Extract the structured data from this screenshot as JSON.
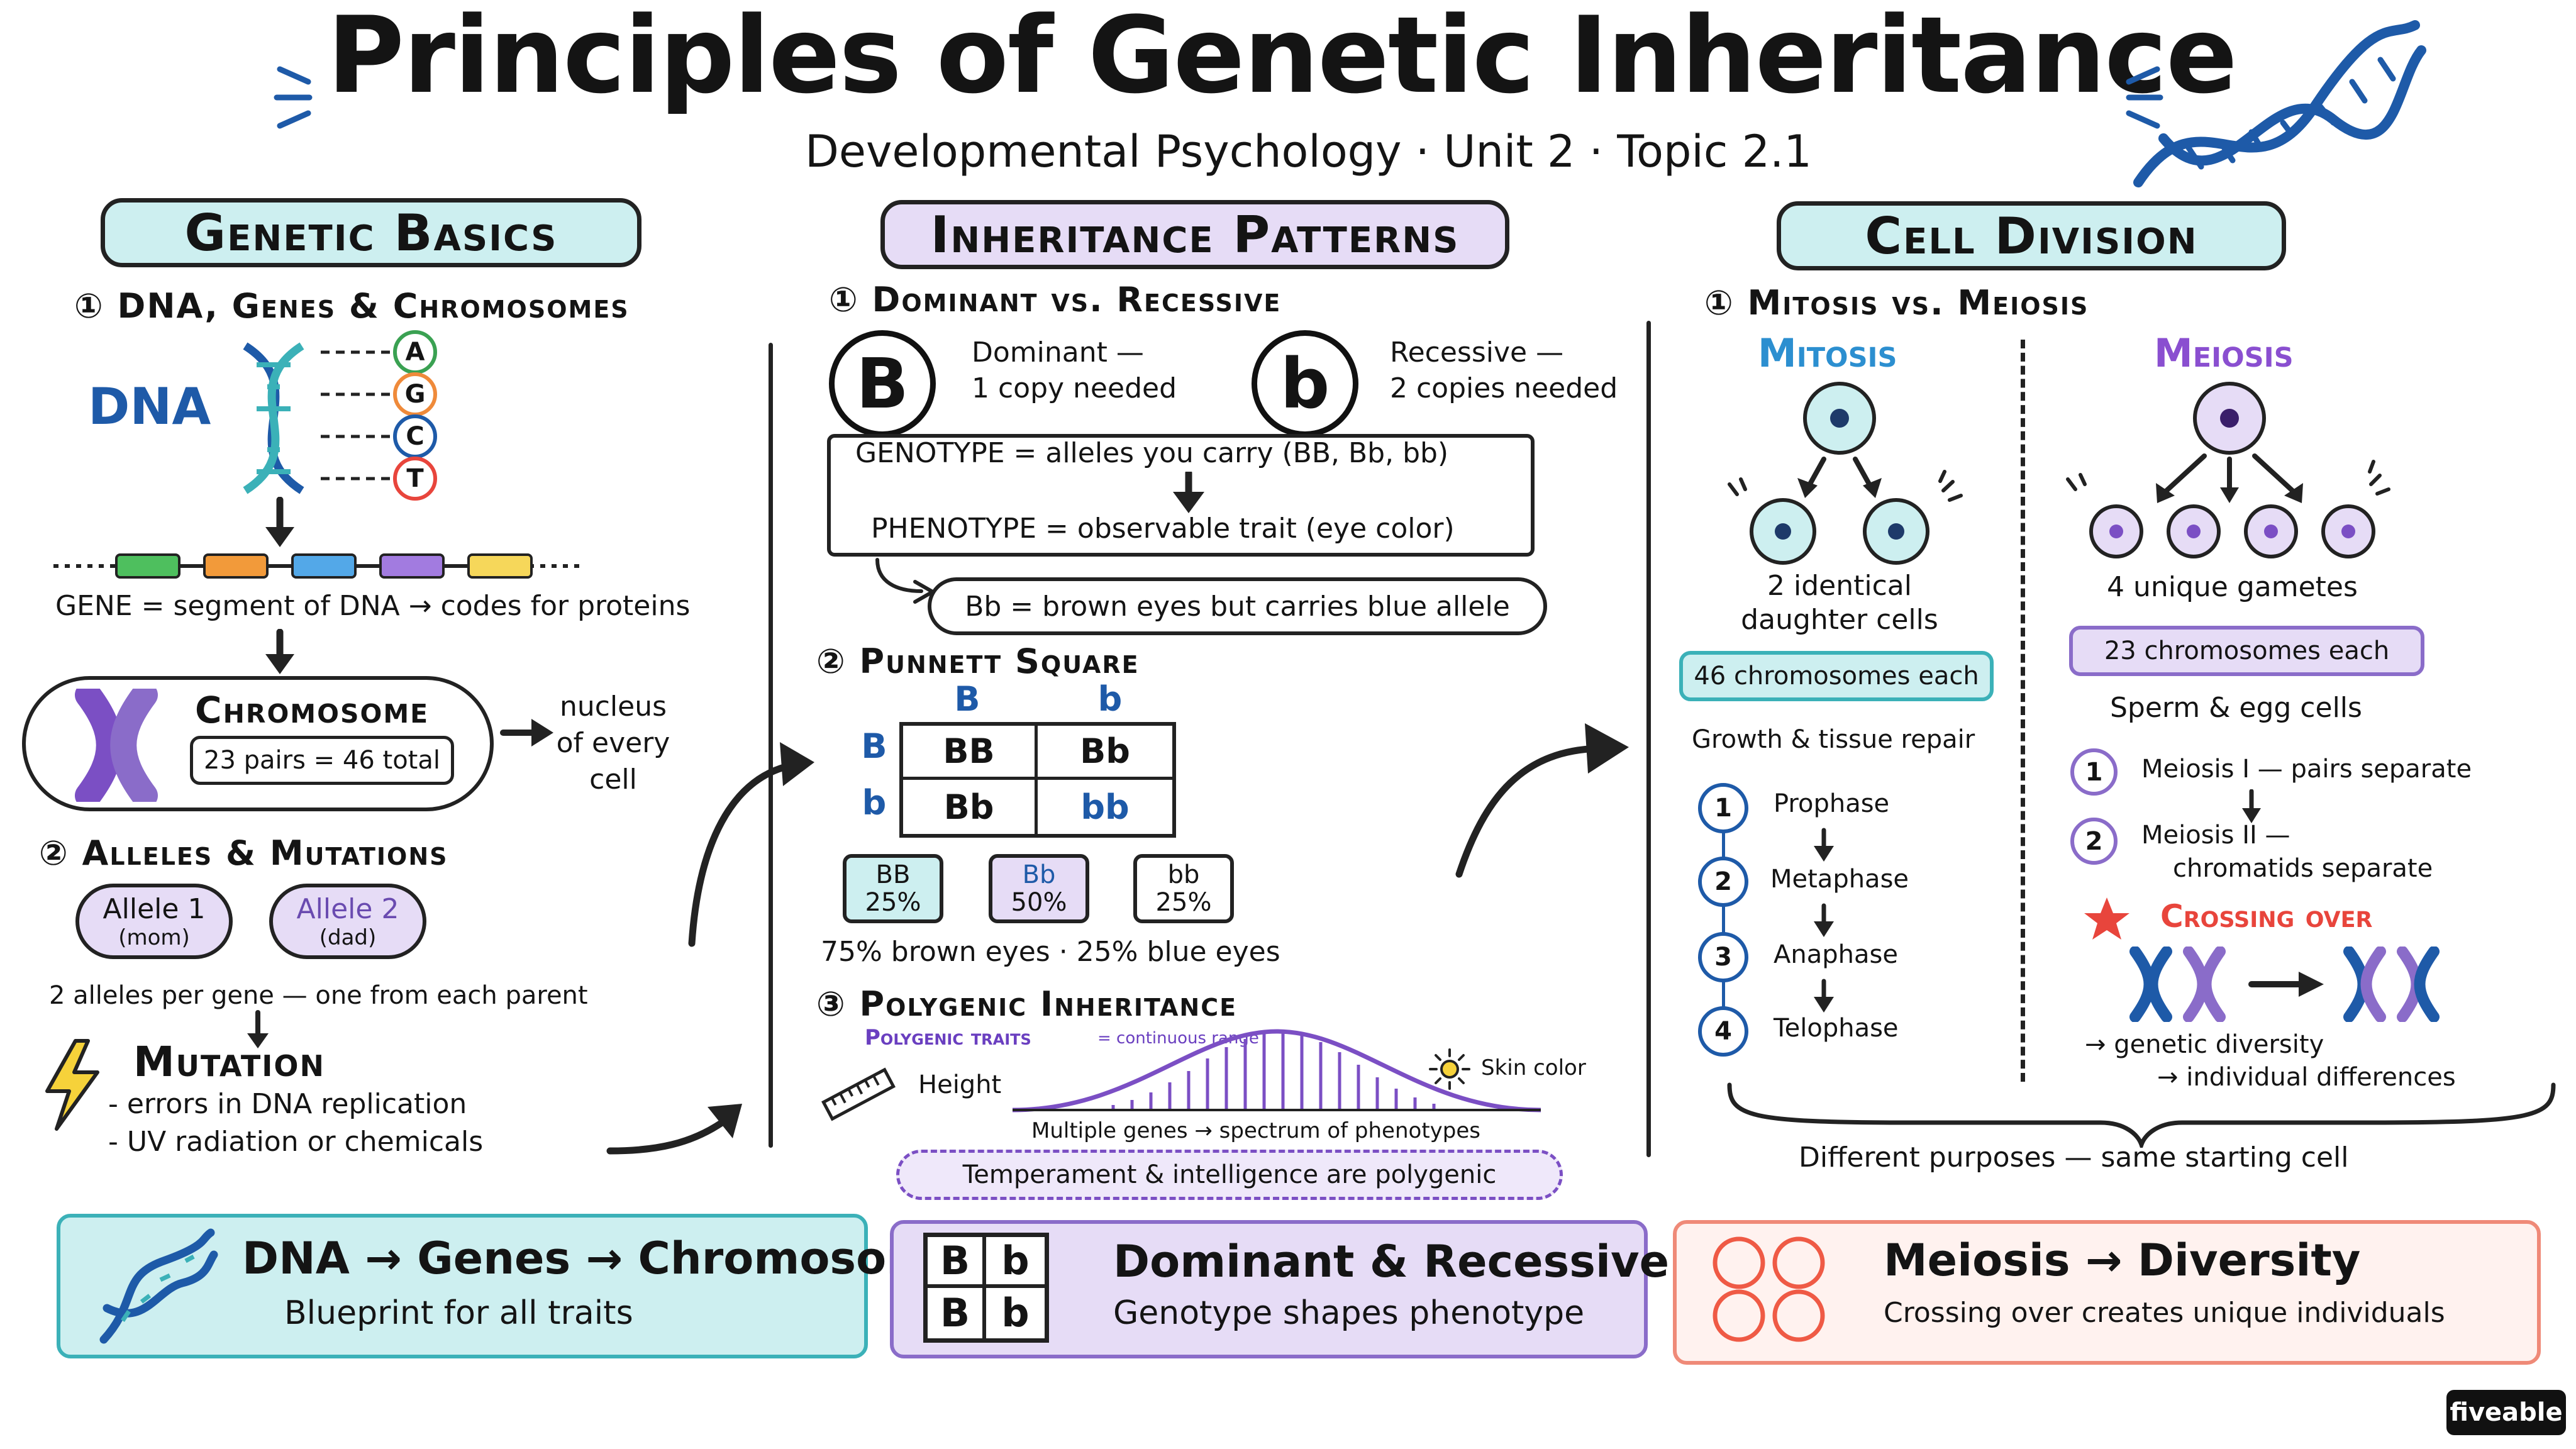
{
  "header": {
    "title": "Principles of Genetic Inheritance",
    "subtitle": "Developmental Psychology · Unit 2 · Topic 2.1"
  },
  "colors": {
    "teal_fill": "#cdeff0",
    "teal_stroke": "#3bb1b8",
    "purple_fill": "#e6dcf6",
    "purple_stroke": "#8a6cc9",
    "coral_fill": "#fff2ef",
    "coral_stroke": "#ef8a78",
    "blue_dark": "#1e5aa8",
    "mutation_yellow": "#f6d23a",
    "crossing_red": "#e8453c"
  },
  "basics": {
    "heading": "Genetic Basics",
    "s1_title": "① DNA, Genes & Chromosomes",
    "dna_label": "DNA",
    "bases": [
      "A",
      "G",
      "C",
      "T"
    ],
    "gene_text": "GENE = segment of DNA → codes for proteins",
    "chromosome_title": "Chromosome",
    "chromosome_count": "23 pairs = 46 total",
    "nucleus_note": [
      "nucleus",
      "of every",
      "cell"
    ],
    "s2_title": "② Alleles & Mutations",
    "allele1": {
      "name": "Allele 1",
      "src": "(mom)"
    },
    "allele2": {
      "name": "Allele 2",
      "src": "(dad)"
    },
    "alleles_note": "2 alleles per gene — one from each parent",
    "mutation_title": "Mutation",
    "mutation_items": [
      "- errors in DNA replication",
      "- UV radiation or chemicals"
    ]
  },
  "patterns": {
    "heading": "Inheritance Patterns",
    "s1_title": "① Dominant vs. Recessive",
    "dominant": {
      "symbol": "B",
      "line1": "Dominant —",
      "line2": "1 copy needed"
    },
    "recessive": {
      "symbol": "b",
      "line1": "Recessive —",
      "line2": "2 copies needed"
    },
    "genotype": "GENOTYPE = alleles you carry (BB, Bb, bb)",
    "phenotype": "PHENOTYPE = observable trait (eye color)",
    "example": "Bb = brown eyes but carries blue allele",
    "s2_title": "② Punnett Square",
    "punnett": {
      "col_headers": [
        "B",
        "b"
      ],
      "row_headers": [
        "B",
        "b"
      ],
      "cells": [
        [
          "BB",
          "Bb"
        ],
        [
          "Bb",
          "bb"
        ]
      ]
    },
    "ratios": [
      {
        "geno": "BB",
        "pct": "25%"
      },
      {
        "geno": "Bb",
        "pct": "50%"
      },
      {
        "geno": "bb",
        "pct": "25%"
      }
    ],
    "result": "75% brown eyes · 25% blue eyes",
    "s3_title": "③ Polygenic Inheritance",
    "traits_label": "Polygenic traits",
    "continuous": "= continuous range",
    "height": "Height",
    "skin": "Skin color",
    "multiple": "Multiple genes → spectrum of phenotypes",
    "temperament": "Temperament & intelligence are polygenic"
  },
  "division": {
    "heading": "Cell Division",
    "s1_title": "① Mitosis vs. Meiosis",
    "mitosis": {
      "title": "Mitosis",
      "result": [
        "2 identical",
        "daughter cells"
      ],
      "chromosomes": "46 chromosomes each",
      "purpose": "Growth & tissue repair",
      "phases": [
        {
          "n": "1",
          "label": "Prophase"
        },
        {
          "n": "2",
          "label": "Metaphase"
        },
        {
          "n": "3",
          "label": "Anaphase"
        },
        {
          "n": "4",
          "label": "Telophase"
        }
      ]
    },
    "meiosis": {
      "title": "Meiosis",
      "result": "4 unique gametes",
      "chromosomes": "23 chromosomes each",
      "purpose": "Sperm & egg cells",
      "step1_num": "1",
      "step1": "Meiosis I — pairs separate",
      "step2_num": "2",
      "step2a": "Meiosis II —",
      "step2b": "chromatids separate",
      "crossing": "Crossing over",
      "diversity1": "→ genetic diversity",
      "diversity2": "→ individual differences"
    },
    "bottom_note": "Different purposes — same starting cell"
  },
  "summary": [
    {
      "title": "DNA → Genes → Chromosomes",
      "sub": "Blueprint for all traits"
    },
    {
      "title": "Dominant & Recessive",
      "sub": "Genotype shapes phenotype",
      "grid": [
        "B",
        "b",
        "B",
        "b"
      ]
    },
    {
      "title": "Meiosis → Diversity",
      "sub": "Crossing over creates unique individuals"
    }
  ],
  "brand": "fiveable"
}
